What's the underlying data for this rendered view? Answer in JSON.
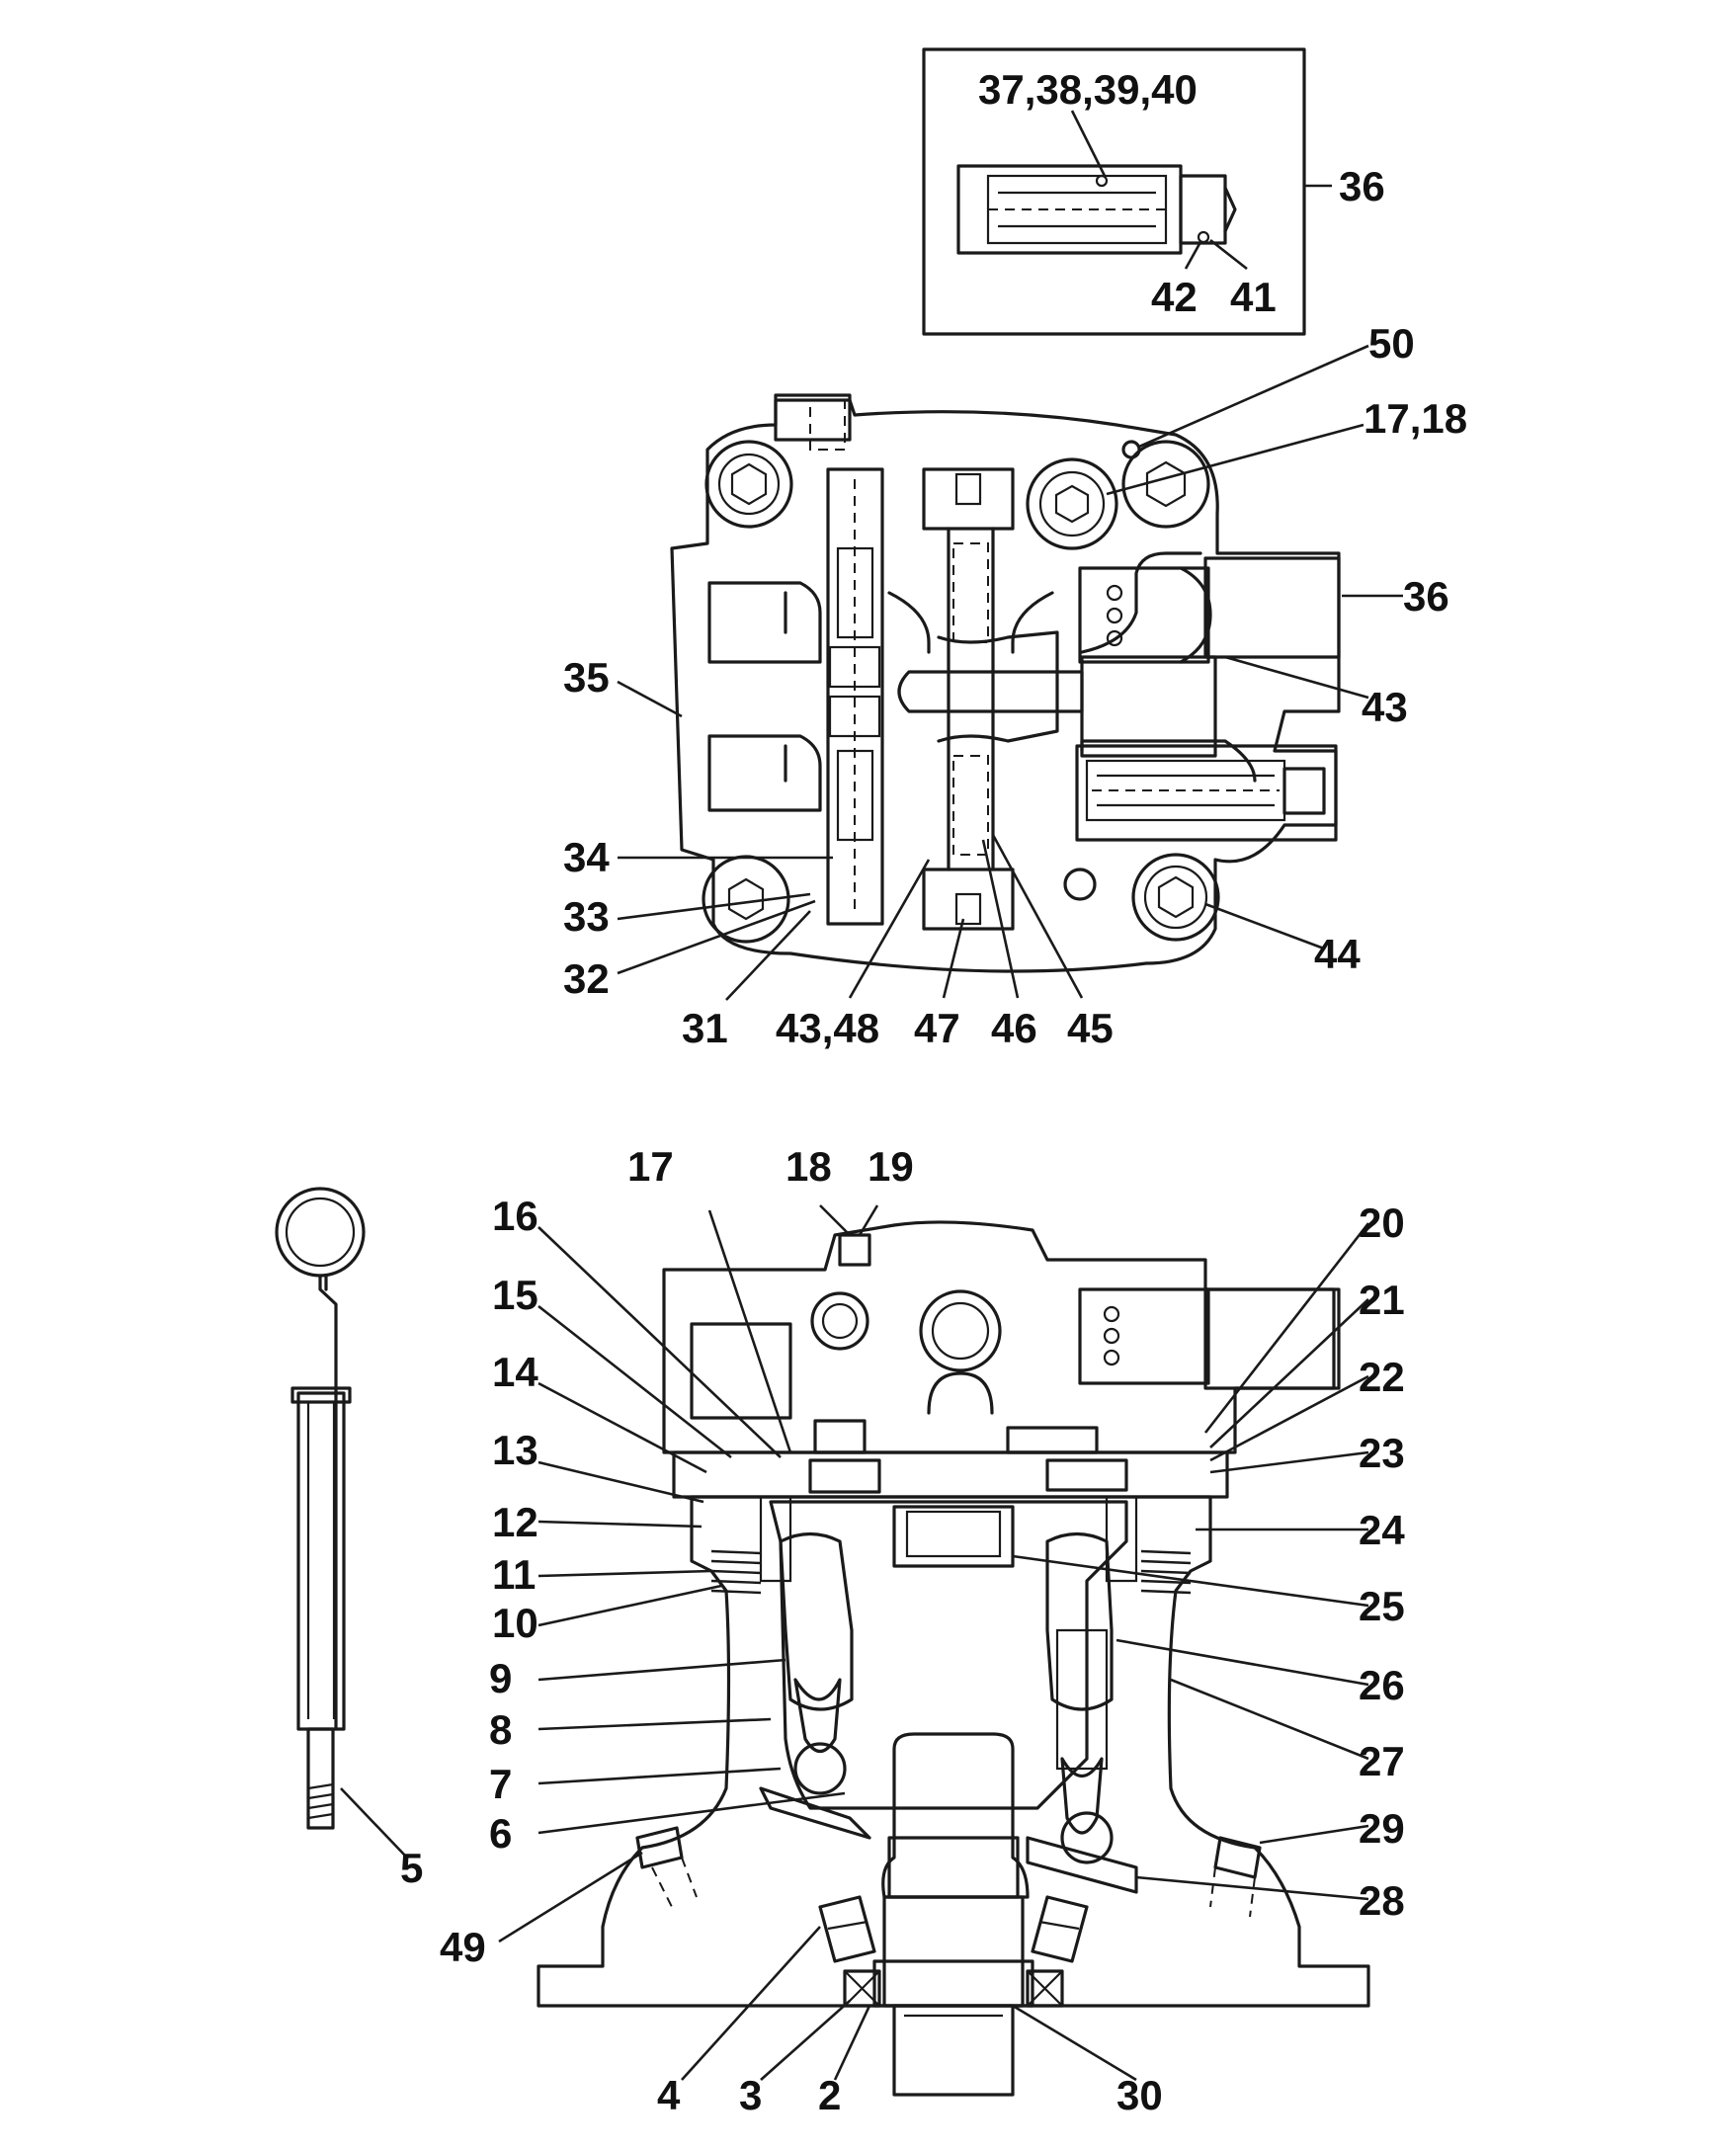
{
  "diagram": {
    "callouts": {
      "inset_seals": "37,38,39,40",
      "inset_valve": "36",
      "inset_42": "42",
      "inset_41": "41",
      "c50": "50",
      "c17_18": "17,18",
      "c36": "36",
      "c43": "43",
      "c35": "35",
      "c34": "34",
      "c33": "33",
      "c32": "32",
      "c44": "44",
      "c31": "31",
      "c43_48": "43,48",
      "c47": "47",
      "c46": "46",
      "c45": "45",
      "c17": "17",
      "c18": "18",
      "c19": "19",
      "c16": "16",
      "c15": "15",
      "c14": "14",
      "c13": "13",
      "c12": "12",
      "c11": "11",
      "c10": "10",
      "c9": "9",
      "c8": "8",
      "c7": "7",
      "c6": "6",
      "c5": "5",
      "c49": "49",
      "c4": "4",
      "c3": "3",
      "c2": "2",
      "c30": "30",
      "c20": "20",
      "c21": "21",
      "c22": "22",
      "c23": "23",
      "c24": "24",
      "c25": "25",
      "c26": "26",
      "c27": "27",
      "c29": "29",
      "c28": "28"
    }
  }
}
